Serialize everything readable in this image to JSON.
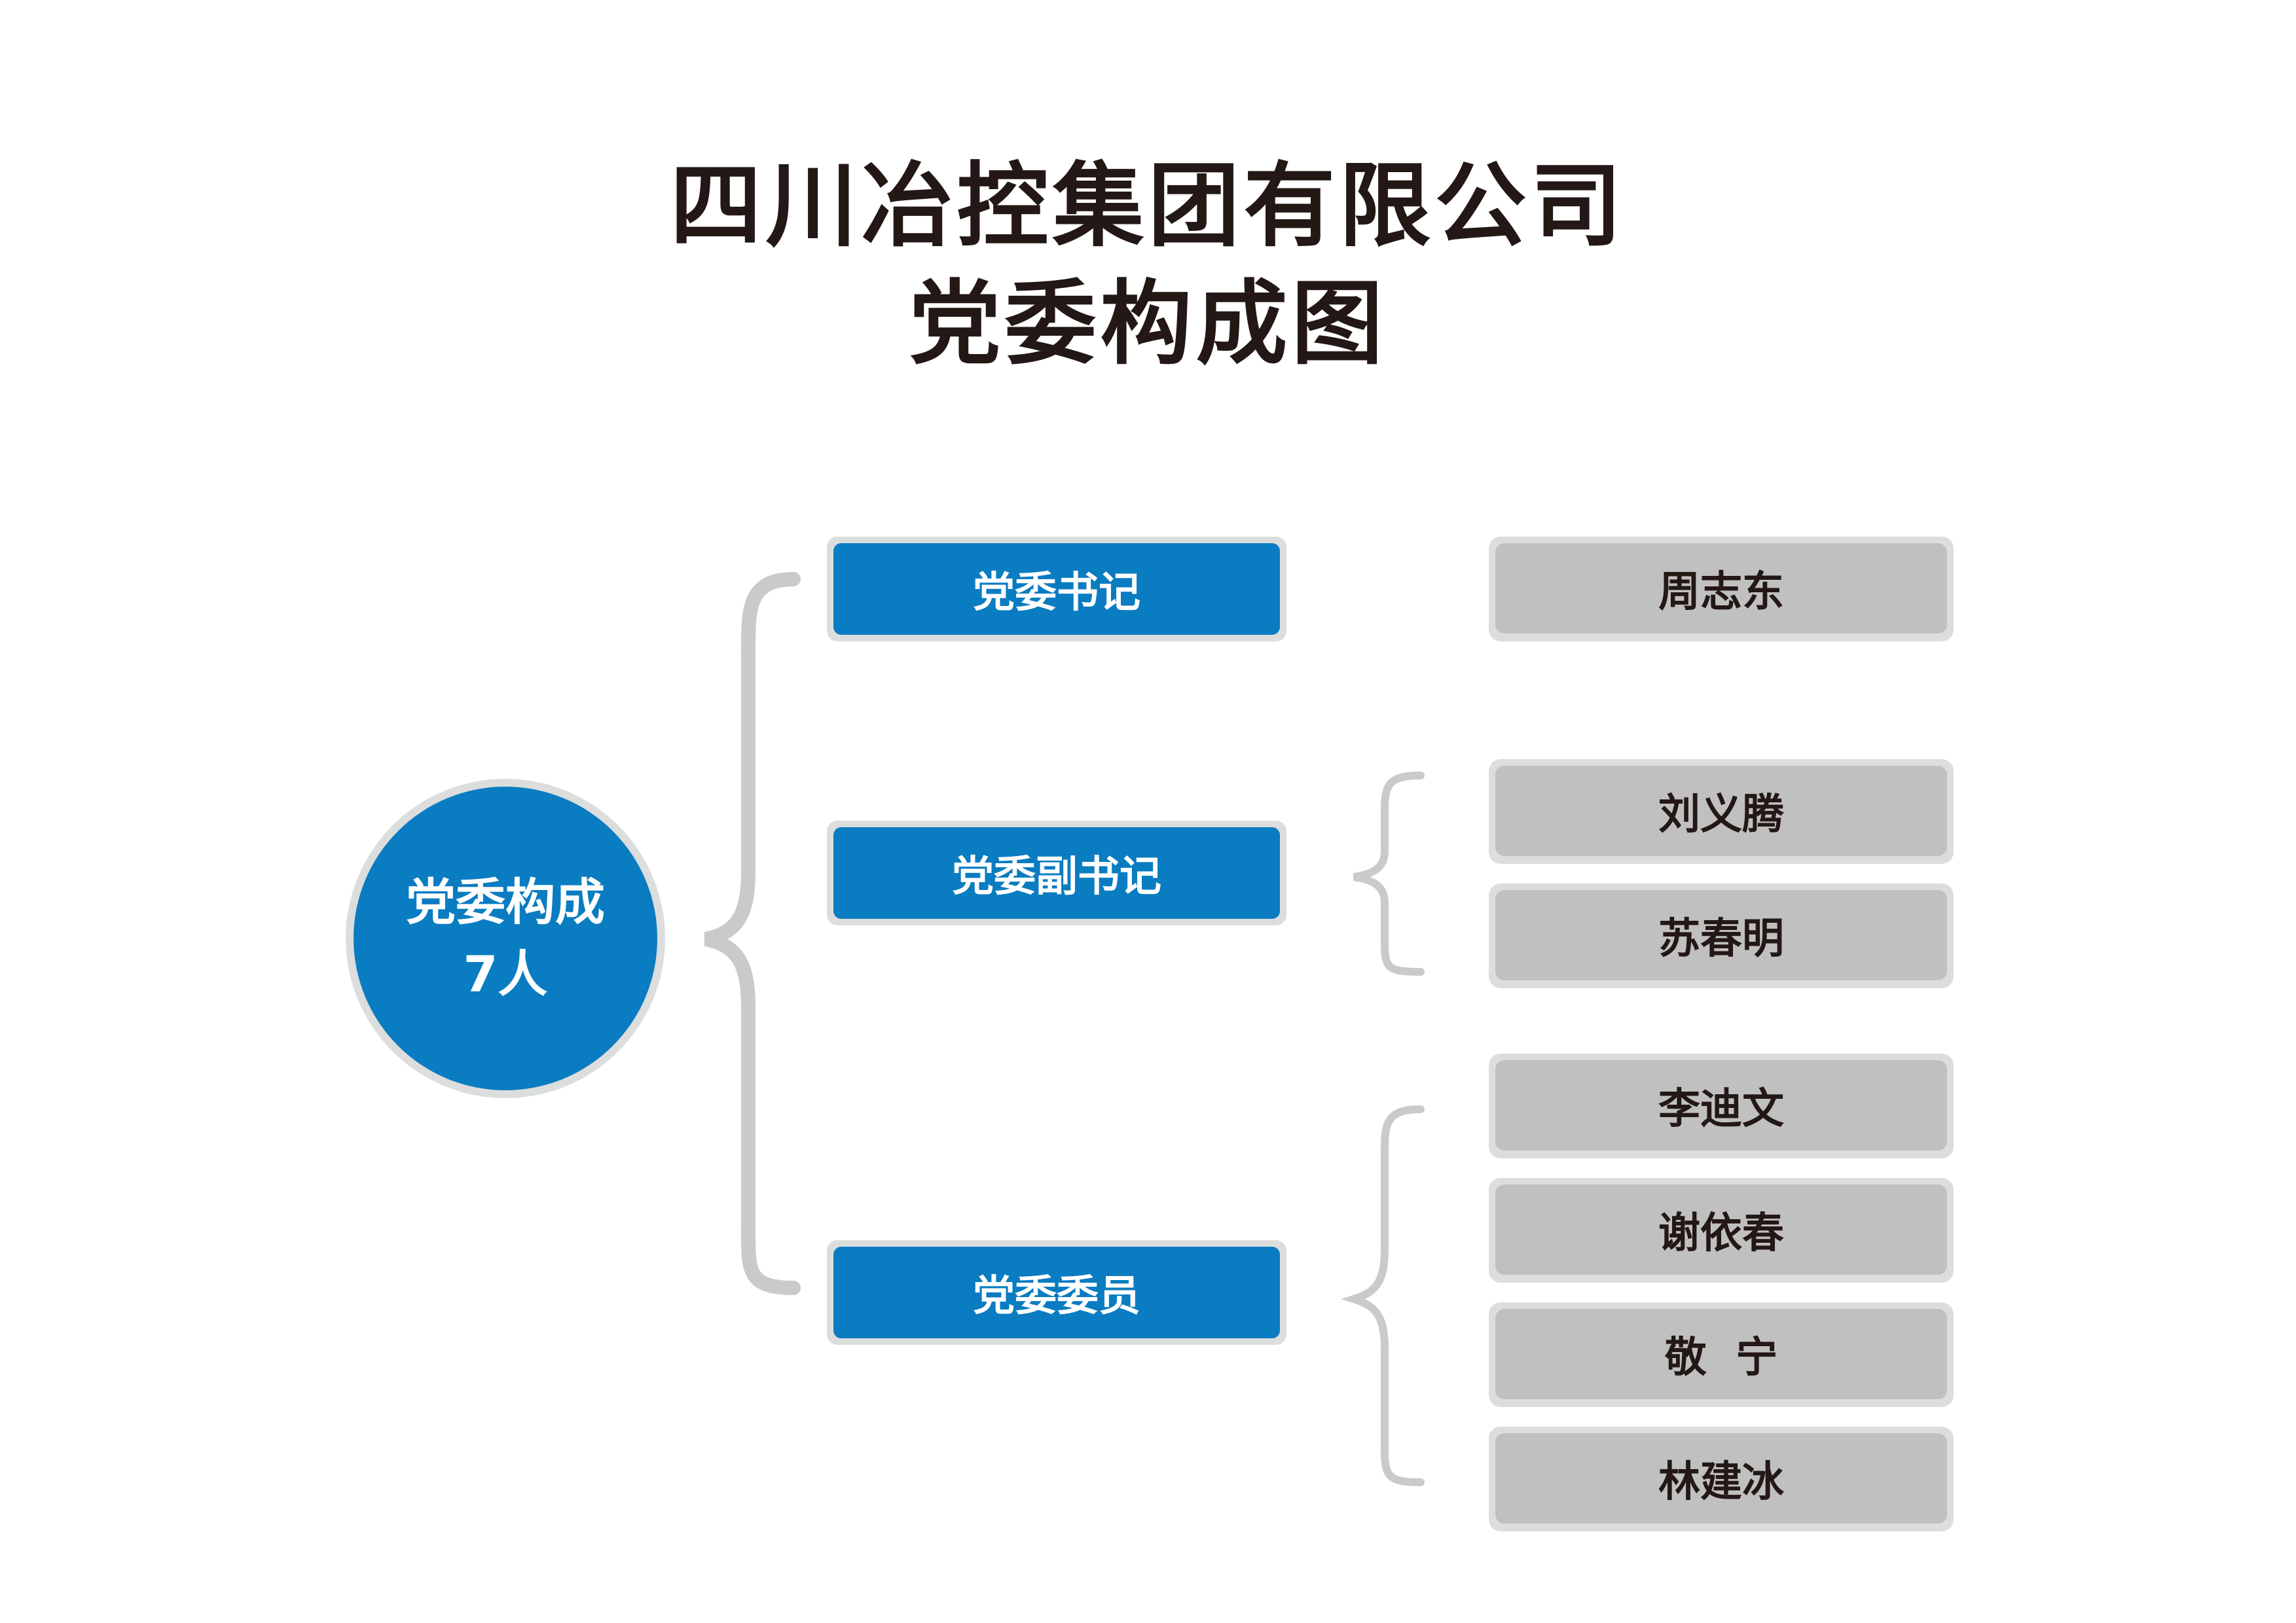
{
  "title": {
    "line1": "四川冶控集团有限公司",
    "line2": "党委构成图"
  },
  "center": {
    "line1": "党委构成",
    "line2": "7人"
  },
  "roles": [
    {
      "label": "党委书记",
      "members": [
        "周志东"
      ]
    },
    {
      "label": "党委副书记",
      "members": [
        "刘义腾",
        "苏春明"
      ]
    },
    {
      "label": "党委委员",
      "members": [
        "李迪文",
        "谢依春",
        "敬  宁",
        "林建冰"
      ]
    }
  ],
  "colors": {
    "node_blue": "#0a7cc1",
    "node_border": "#dcdddd",
    "member_fill": "#c0c0c0",
    "bracket": "#c9caca",
    "text_dark": "#231815"
  }
}
